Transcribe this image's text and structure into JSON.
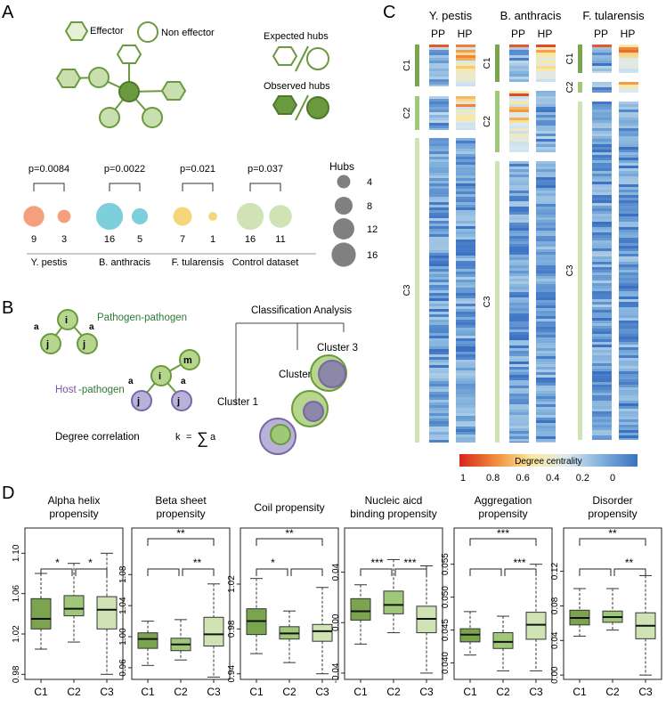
{
  "panels": {
    "A": "A",
    "B": "B",
    "C": "C",
    "D": "D"
  },
  "legend_A": {
    "effector": "Effector",
    "non_effector": "Non effector",
    "expected_hubs": "Expected hubs",
    "observed_hubs": "Observed hubs"
  },
  "hubs_legend": {
    "title": "Hubs",
    "sizes": [
      "4",
      "8",
      "12",
      "16"
    ]
  },
  "groups_A": [
    {
      "name": "Y. pestis",
      "p": "p=0.0084",
      "left": "9",
      "right": "3",
      "left_val": 9,
      "right_val": 3,
      "color": "#f4a07c"
    },
    {
      "name": "B. anthracis",
      "p": "p=0.0022",
      "left": "16",
      "right": "5",
      "left_val": 16,
      "right_val": 5,
      "color": "#7dcfdb"
    },
    {
      "name": "F. tularensis",
      "p": "p=0.021",
      "left": "7",
      "right": "1",
      "left_val": 7,
      "right_val": 1,
      "color": "#f3d77a"
    },
    {
      "name": "Control dataset",
      "p": "p=0.037",
      "left": "16",
      "right": "11",
      "left_val": 16,
      "right_val": 11,
      "color": "#cfe3b4"
    }
  ],
  "panel_B": {
    "pp": "Pathogen-pathogen",
    "hp_host": "Host",
    "hp_rest": "-pathogen",
    "degree": "Degree correlation",
    "formula": "k",
    "ca": "Classification Analysis",
    "c1": "Cluster 1",
    "c2": "Cluster 2",
    "c3": "Cluster 3",
    "nodes": {
      "i": "i",
      "j1": "j",
      "j2": "j",
      "m": "m",
      "a": "a"
    }
  },
  "panel_C": {
    "species": [
      "Y. pestis",
      "B. anthracis",
      "F. tularensis"
    ],
    "cols": [
      "PP",
      "HP"
    ],
    "clusters": [
      "C1",
      "C2",
      "C3"
    ],
    "colorbar_label": "Degree centrality",
    "ticks": [
      "1",
      "0.8",
      "0.6",
      "0.4",
      "0.2",
      "0"
    ]
  },
  "chart_data": [
    {
      "type": "box",
      "title": "Alpha helix propensity",
      "categories": [
        "C1",
        "C2",
        "C3"
      ],
      "ylim": [
        0.975,
        1.125
      ],
      "yticks": [
        "0.98",
        "1.02",
        "1.06",
        "1.10"
      ],
      "ytick_vals": [
        0.98,
        1.02,
        1.06,
        1.1
      ],
      "boxes": [
        {
          "min": 1.005,
          "q1": 1.025,
          "median": 1.035,
          "q3": 1.055,
          "max": 1.08
        },
        {
          "min": 1.012,
          "q1": 1.038,
          "median": 1.045,
          "q3": 1.058,
          "max": 1.09
        },
        {
          "min": 0.98,
          "q1": 1.025,
          "median": 1.044,
          "q3": 1.057,
          "max": 1.1
        }
      ],
      "sig": [
        "*",
        "*",
        ""
      ]
    },
    {
      "type": "box",
      "title": "Beta sheet propensity",
      "categories": [
        "C1",
        "C2",
        "C3"
      ],
      "ylim": [
        0.945,
        1.14
      ],
      "yticks": [
        "0.96",
        "1.00",
        "1.04",
        "1.08"
      ],
      "ytick_vals": [
        0.96,
        1.0,
        1.04,
        1.08
      ],
      "boxes": [
        {
          "min": 0.963,
          "q1": 0.985,
          "median": 0.997,
          "q3": 1.005,
          "max": 1.02
        },
        {
          "min": 0.97,
          "q1": 0.982,
          "median": 0.99,
          "q3": 0.998,
          "max": 1.022
        },
        {
          "min": 0.948,
          "q1": 0.988,
          "median": 1.003,
          "q3": 1.025,
          "max": 1.068
        }
      ],
      "sig": [
        "",
        "**",
        "**"
      ]
    },
    {
      "type": "box",
      "title": "Coil propensity",
      "categories": [
        "C1",
        "C2",
        "C3"
      ],
      "ylim": [
        0.935,
        1.07
      ],
      "yticks": [
        "0.94",
        "0.98",
        "1.02"
      ],
      "ytick_vals": [
        0.94,
        0.98,
        1.02
      ],
      "boxes": [
        {
          "min": 0.958,
          "q1": 0.975,
          "median": 0.987,
          "q3": 0.998,
          "max": 1.025
        },
        {
          "min": 0.95,
          "q1": 0.971,
          "median": 0.976,
          "q3": 0.982,
          "max": 0.996
        },
        {
          "min": 0.94,
          "q1": 0.969,
          "median": 0.978,
          "q3": 0.984,
          "max": 1.017
        }
      ],
      "sig": [
        "*",
        "",
        "**"
      ]
    },
    {
      "type": "box",
      "title": "Nucleic aicd binding propensity",
      "categories": [
        "C1",
        "C2",
        "C3"
      ],
      "ylim": [
        -0.045,
        0.075
      ],
      "yticks": [
        "-0.04",
        "0.00",
        "0.04"
      ],
      "ytick_vals": [
        -0.04,
        0.0,
        0.04
      ],
      "boxes": [
        {
          "min": -0.017,
          "q1": 0.002,
          "median": 0.009,
          "q3": 0.019,
          "max": 0.03
        },
        {
          "min": -0.008,
          "q1": 0.007,
          "median": 0.014,
          "q3": 0.025,
          "max": 0.05
        },
        {
          "min": -0.04,
          "q1": -0.008,
          "median": 0.003,
          "q3": 0.013,
          "max": 0.045
        }
      ],
      "sig": [
        "***",
        "***",
        ""
      ]
    },
    {
      "type": "box",
      "title": "Aggregation propensity",
      "categories": [
        "C1",
        "C2",
        "C3"
      ],
      "ylim": [
        0.0375,
        0.0605
      ],
      "yticks": [
        "0.040",
        "0.045",
        "0.050",
        "0.055"
      ],
      "ytick_vals": [
        0.04,
        0.045,
        0.05,
        0.055
      ],
      "boxes": [
        {
          "min": 0.0412,
          "q1": 0.0432,
          "median": 0.0443,
          "q3": 0.0452,
          "max": 0.0478
        },
        {
          "min": 0.0388,
          "q1": 0.0422,
          "median": 0.0432,
          "q3": 0.0446,
          "max": 0.0471
        },
        {
          "min": 0.0388,
          "q1": 0.0436,
          "median": 0.0458,
          "q3": 0.0477,
          "max": 0.055
        }
      ],
      "sig": [
        "",
        "***",
        "***"
      ]
    },
    {
      "type": "box",
      "title": "Disorder propensity",
      "categories": [
        "C1",
        "C2",
        "C3"
      ],
      "ylim": [
        -0.005,
        0.17
      ],
      "yticks": [
        "0.00",
        "0.04",
        "0.08",
        "0.12"
      ],
      "ytick_vals": [
        0.0,
        0.04,
        0.08,
        0.12
      ],
      "boxes": [
        {
          "min": 0.045,
          "q1": 0.058,
          "median": 0.066,
          "q3": 0.075,
          "max": 0.1
        },
        {
          "min": 0.052,
          "q1": 0.061,
          "median": 0.067,
          "q3": 0.074,
          "max": 0.1
        },
        {
          "min": 0.0,
          "q1": 0.042,
          "median": 0.057,
          "q3": 0.072,
          "max": 0.115
        }
      ],
      "sig": [
        "",
        "**",
        "**"
      ]
    }
  ]
}
